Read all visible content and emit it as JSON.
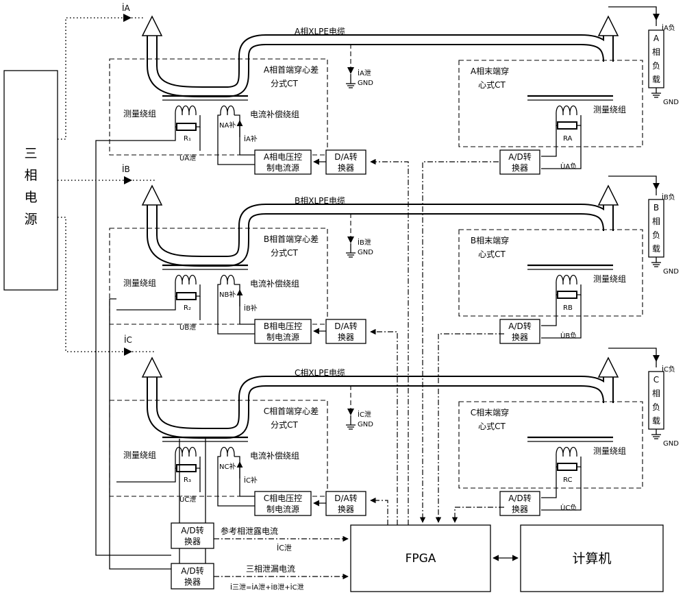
{
  "source": {
    "label": "三相电源",
    "chars": [
      "三",
      "相",
      "电",
      "源"
    ]
  },
  "currents_in": {
    "a": "İA",
    "b": "İB",
    "c": "İC"
  },
  "phases": [
    {
      "cable": "A相XLPE电缆",
      "head_ct": [
        "A相首端穿心差",
        "分式CT"
      ],
      "tail_ct": [
        "A相末端穿",
        "心式CT"
      ],
      "meas_left": "测量绕组",
      "meas_right": "测量绕组",
      "comp": "电流补偿绕组",
      "r_left": "R₁",
      "r_right": "RA",
      "n_comp": "NA补",
      "i_comp": "İA补",
      "u_leak": "U̇A泄",
      "u_load": "U̇A负",
      "leak": "İA泄",
      "gnd_mid": "GND",
      "src": [
        "A相电压控",
        "制电流源"
      ],
      "da": [
        "D/A转",
        "换器"
      ],
      "ad": [
        "A/D转",
        "换器"
      ],
      "load_chars": [
        "A",
        "相",
        "负",
        "载"
      ],
      "i_load": "İA负",
      "gnd_load": "GND"
    },
    {
      "cable": "B相XLPE电缆",
      "head_ct": [
        "B相首端穿心差",
        "分式CT"
      ],
      "tail_ct": [
        "B相末端穿",
        "心式CT"
      ],
      "meas_left": "测量绕组",
      "meas_right": "测量绕组",
      "comp": "电流补偿绕组",
      "r_left": "R₂",
      "r_right": "RB",
      "n_comp": "NB补",
      "i_comp": "İB补",
      "u_leak": "U̇B泄",
      "u_load": "U̇B负",
      "leak": "İB泄",
      "gnd_mid": "GND",
      "src": [
        "B相电压控",
        "制电流源"
      ],
      "da": [
        "D/A转",
        "换器"
      ],
      "ad": [
        "A/D转",
        "换器"
      ],
      "load_chars": [
        "B",
        "相",
        "负",
        "载"
      ],
      "i_load": "İB负",
      "gnd_load": "GND"
    },
    {
      "cable": "C相XLPE电缆",
      "head_ct": [
        "C相首端穿心差",
        "分式CT"
      ],
      "tail_ct": [
        "C相末端穿",
        "心式CT"
      ],
      "meas_left": "测量绕组",
      "meas_right": "测量绕组",
      "comp": "电流补偿绕组",
      "r_left": "R₃",
      "r_right": "RC",
      "n_comp": "NC补",
      "i_comp": "İC补",
      "u_leak": "U̇C泄",
      "u_load": "U̇C负",
      "leak": "İC泄",
      "gnd_mid": "GND",
      "src": [
        "C相电压控",
        "制电流源"
      ],
      "da": [
        "D/A转",
        "换器"
      ],
      "ad": [
        "A/D转",
        "换器"
      ],
      "load_chars": [
        "C",
        "相",
        "负",
        "载"
      ],
      "i_load": "İC负",
      "gnd_load": "GND"
    }
  ],
  "bottom": {
    "ad1": [
      "A/D转",
      "换器"
    ],
    "ad2": [
      "A/D转",
      "换器"
    ],
    "ref_label": "参考相泄露电流",
    "ref_current": "İC泄",
    "total_label": "三相泄漏电流",
    "total_formula": "İ三泄=İA泄+İB泄+İC泄",
    "fpga": "FPGA",
    "computer": "计算机"
  }
}
